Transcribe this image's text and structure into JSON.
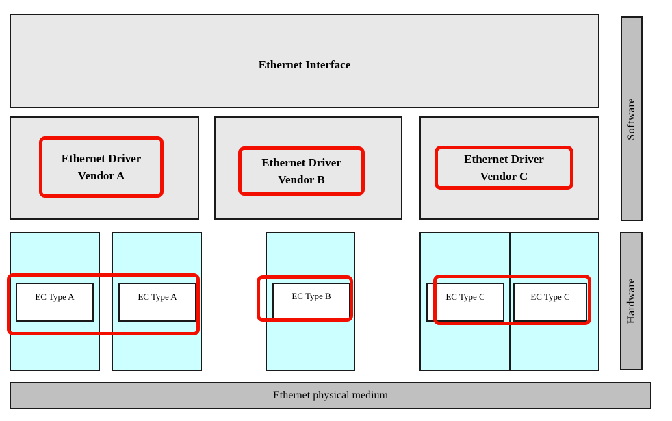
{
  "colors": {
    "box_fill": "#e8e8e8",
    "bar_fill": "#c0c0c0",
    "cyan_fill": "#ccffff",
    "annotation_red": "#f20f00",
    "line": "#1a1a1a"
  },
  "software_layer": {
    "interface_label": "Ethernet Interface",
    "side_label": "Software",
    "drivers": [
      {
        "line1": "Ethernet Driver",
        "line2": "Vendor A"
      },
      {
        "line1": "Ethernet Driver",
        "line2": "Vendor B"
      },
      {
        "line1": "Ethernet Driver",
        "line2": "Vendor C"
      }
    ]
  },
  "hardware_layer": {
    "side_label": "Hardware",
    "controllers": [
      {
        "label": "EC Type A"
      },
      {
        "label": "EC Type A"
      },
      {
        "label": "EC Type B"
      },
      {
        "label": "EC Type C"
      },
      {
        "label": "EC Type C"
      }
    ]
  },
  "medium": {
    "label": "Ethernet physical medium"
  }
}
